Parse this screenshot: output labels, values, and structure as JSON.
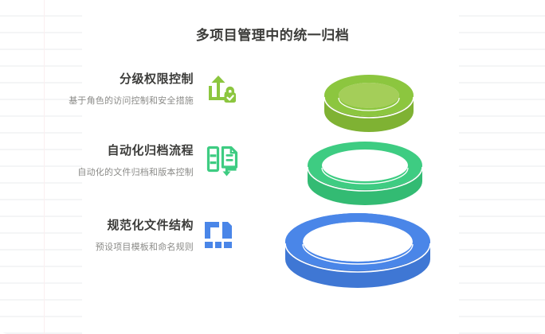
{
  "page": {
    "title": "多项目管理中的统一归档",
    "background_style": "ruled-notebook"
  },
  "features": [
    {
      "heading": "分级权限控制",
      "subtitle": "基于角色的访问控制和安全措施",
      "icon": "upload-lock-icon",
      "color": "#8CC63F"
    },
    {
      "heading": "自动化归档流程",
      "subtitle": "自动化的文件归档和版本控制",
      "icon": "document-workflow-icon",
      "color": "#3ECC82"
    },
    {
      "heading": "规范化文件结构",
      "subtitle": "预设项目模板和命名规则",
      "icon": "file-structure-grid-icon",
      "color": "#4A86E8"
    }
  ],
  "diagram": {
    "name": "stacked-ring-pyramid",
    "rings": [
      {
        "label": "top-ring",
        "color": "#8CC63F",
        "side_color": "#7FB233",
        "level": 1
      },
      {
        "label": "middle-ring",
        "color": "#3ECC82",
        "side_color": "#33BB73",
        "level": 2
      },
      {
        "label": "bottom-ring",
        "color": "#4A86E8",
        "side_color": "#3F77D4",
        "level": 3
      }
    ]
  },
  "colors": {
    "heading_text": "#3c3c3a",
    "subtitle_text": "#8b8b88",
    "rule_line": "#f4f5f6",
    "margin_rule": "#fbeff0",
    "card_background": "#ffffff"
  }
}
